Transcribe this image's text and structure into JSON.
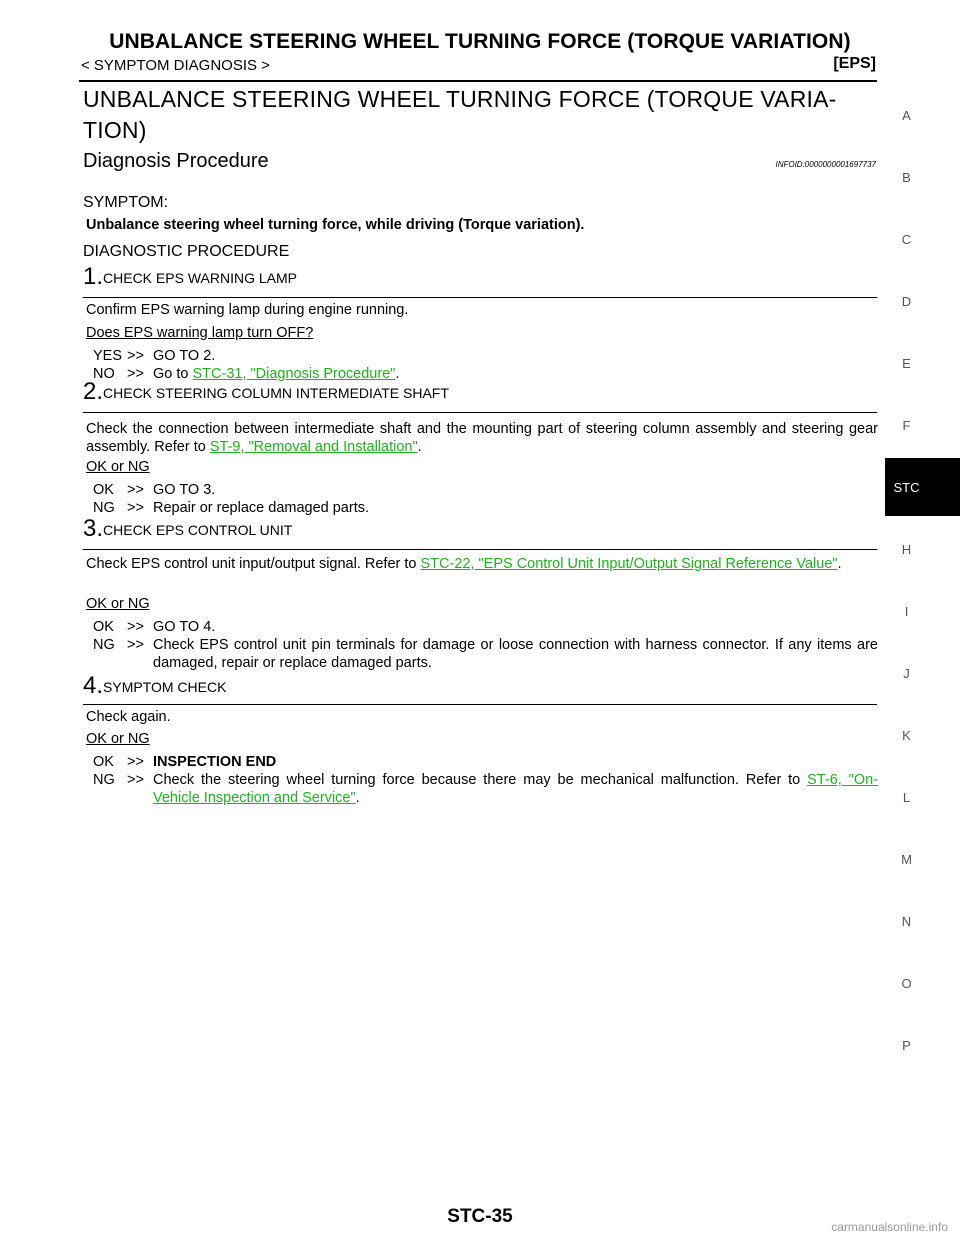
{
  "header": {
    "title": "UNBALANCE STEERING WHEEL TURNING FORCE (TORQUE VARIATION)",
    "breadcrumb": "< SYMPTOM DIAGNOSIS >",
    "system": "[EPS]"
  },
  "main_title": "UNBALANCE STEERING WHEEL TURNING FORCE (TORQUE VARIATION)",
  "main_title_line1": "UNBALANCE STEERING WHEEL TURNING FORCE (TORQUE VARIA-",
  "main_title_line2": "TION)",
  "section": {
    "title": "Diagnosis Procedure",
    "infoid": "INFOID:0000000001697737"
  },
  "symptom": {
    "heading": "SYMPTOM:",
    "text": "Unbalance steering wheel turning force, while driving (Torque variation)."
  },
  "diag_heading": "DIAGNOSTIC PROCEDURE",
  "steps": [
    {
      "num": "1.",
      "title": "CHECK EPS WARNING LAMP",
      "body": "Confirm EPS warning lamp during engine running.",
      "question": "Does EPS warning lamp turn OFF?",
      "answers": [
        {
          "label": "YES",
          "arrow": ">>",
          "text": "GO TO 2."
        },
        {
          "label": "NO",
          "arrow": ">>",
          "text": "Go to ",
          "link": "STC-31, \"Diagnosis Procedure\"",
          "after": "."
        }
      ]
    },
    {
      "num": "2.",
      "title": "CHECK STEERING COLUMN INTERMEDIATE SHAFT",
      "body": "Check the connection between intermediate shaft and the mounting part of steering column assembly and steering gear assembly. Refer to ",
      "body_link": "ST-9, \"Removal and Installation\"",
      "body_after": ".",
      "question": "OK or NG",
      "answers": [
        {
          "label": "OK",
          "arrow": ">>",
          "text": "GO TO 3."
        },
        {
          "label": "NG",
          "arrow": ">>",
          "text": "Repair or replace damaged parts."
        }
      ]
    },
    {
      "num": "3.",
      "title": "CHECK EPS CONTROL UNIT",
      "body": "Check EPS control unit input/output signal. Refer to ",
      "body_link": "STC-22, \"EPS Control Unit Input/Output Signal Reference Value\"",
      "body_after": ".",
      "question": "OK or NG",
      "answers": [
        {
          "label": "OK",
          "arrow": ">>",
          "text": "GO TO 4."
        },
        {
          "label": "NG",
          "arrow": ">>",
          "text": "Check EPS control unit pin terminals for damage or loose connection with harness connector. If any items are damaged, repair or replace damaged parts."
        }
      ]
    },
    {
      "num": "4.",
      "title": "SYMPTOM CHECK",
      "body": "Check again.",
      "question": "OK or NG",
      "answers": [
        {
          "label": "OK",
          "arrow": ">>",
          "text": "INSPECTION END"
        },
        {
          "label": "NG",
          "arrow": ">>",
          "text": "Check the steering wheel turning force because there may be mechanical malfunction. Refer to ",
          "link": "ST-6, \"On-Vehicle Inspection and Service\"",
          "after": "."
        }
      ]
    }
  ],
  "side_tabs": [
    "A",
    "B",
    "C",
    "D",
    "E",
    "F",
    "STC",
    "H",
    "I",
    "J",
    "K",
    "L",
    "M",
    "N",
    "O",
    "P"
  ],
  "active_tab": "STC",
  "footer": {
    "page": "STC-35",
    "watermark": "carmanualsonline.info"
  },
  "colors": {
    "link": "#1bb51b",
    "active_tab_bg": "#000000"
  }
}
